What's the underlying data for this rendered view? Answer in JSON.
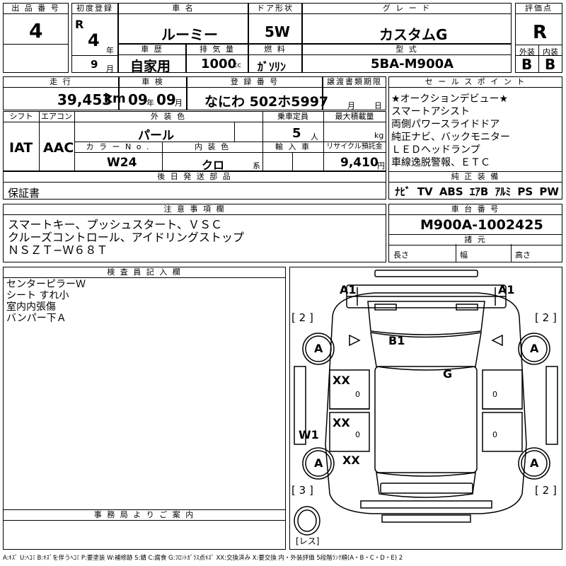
{
  "header": {
    "lot_label": "出 品 番 号",
    "lot": "4",
    "reg_label": "初度登録",
    "reg_era": "R",
    "reg_year": "4",
    "year_unit": "年",
    "reg_month": "9",
    "month_unit": "月",
    "name_label": "車 名",
    "name": "ルーミー",
    "door_label": "ドア形状",
    "door": "5W",
    "grade_label": "グ レ ー ド",
    "grade": "カスタムG",
    "score_label": "評価点",
    "score": "R",
    "history_label": "車 歴",
    "history": "自家用",
    "disp_label": "排 気 量",
    "disp": "1000",
    "disp_unit": "cc",
    "fuel_label": "燃 料",
    "fuel": "ｶﾞｿﾘﾝ",
    "model_label": "型 式",
    "model": "5BA-M900A",
    "ext_label": "外装",
    "ext": "B",
    "int_label": "内装",
    "int": "B"
  },
  "row2": {
    "mileage_label": "走 行",
    "mileage": "39,453",
    "mileage_unit": "km",
    "inspect_label": "車 検",
    "inspect_y": "09",
    "y_unit": "年",
    "inspect_m": "09",
    "m_unit": "月",
    "plate_label": "登 録 番 号",
    "plate": "なにわ 502ホ5997",
    "transfer_label": "譲渡書類期限",
    "transfer_m": "月",
    "transfer_d": "日"
  },
  "row3": {
    "shift_label": "シフト",
    "shift": "IAT",
    "ac_label": "エアコン",
    "ac": "AAC",
    "color_label": "外 装 色",
    "color": "パール",
    "cap_label": "乗車定員",
    "cap": "5",
    "cap_unit": "人",
    "load_label": "最大積載量",
    "load_unit": "kg",
    "colorno_label": "カ ラ ー N o .",
    "colorno": "W24",
    "intcolor_label": "内 装 色",
    "intcolor": "クロ",
    "intcolor_unit": "系",
    "import_label": "輸 入 車",
    "recycle_label": "リサイクル預託金",
    "recycle": "9,410",
    "recycle_unit": "円"
  },
  "later_parts": {
    "label": "後 日 発 送 部 品",
    "value": "保証書"
  },
  "sales_points": {
    "label": "セ ー ル ス ポ イ ン ト",
    "items": [
      "★オークションデビュー★",
      "スマートアシスト",
      "両側パワースライドドア",
      "純正ナビ、バックモニター",
      "ＬＥＤヘッドランプ",
      "車線逸脱警報、ＥＴＣ"
    ]
  },
  "equipment": {
    "label": "純 正 装 備",
    "items": [
      "ﾅﾋﾞ",
      "TV",
      "ABS",
      "ｴｱB",
      "ｱﾙﾐ",
      "PS",
      "PW"
    ]
  },
  "notes": {
    "label": "注 意 事 項 欄",
    "lines": [
      "スマートキー、プッシュスタート、ＶＳＣ",
      "クルーズコントロール、アイドリングストップ",
      "ＮＳＺＴ−Ｗ６８Ｔ"
    ]
  },
  "chassis": {
    "label": "車 台 番 号",
    "value": "M900A-1002425",
    "spec_label": "諸 元",
    "length": "長さ",
    "width": "幅",
    "height": "高さ"
  },
  "inspector": {
    "label": "検 査 員 記 入 欄",
    "lines": [
      "センターピラーＷ",
      "シート すれ小",
      "室内内張傷",
      "バンパー下Ａ"
    ]
  },
  "office": {
    "label": "事 務 局 よ り ご 案 内"
  },
  "diagram": {
    "marks": {
      "a1_left": "A1",
      "a1_right": "A1",
      "b1": "B1",
      "g": "G",
      "xx1": "XX",
      "xx2": "XX",
      "xx3": "XX",
      "w1": "W1",
      "tire_fl": "A",
      "tire_fr": "A",
      "tire_rl": "A",
      "tire_rr": "A",
      "zero1": "0",
      "zero2": "0",
      "zero3": "0",
      "zero4": "0"
    },
    "tread": {
      "fl": "2",
      "fr": "2",
      "rl": "3",
      "rr": "2"
    },
    "spare_label": "レス"
  },
  "legend": "A:ｷｽﾞ U:ﾍｺﾐ B:ｷｽﾞを伴うﾍｺﾐ P:要塗装 W:補修跡 S:錆 C:腐食 G:ﾌﾛﾝﾄｶﾞﾗｽ点ｷｽﾞ XX:交換済み X:要交換 内・外装評価 5段階ﾗﾝｸ順(A・B・C・D・E) 2"
}
